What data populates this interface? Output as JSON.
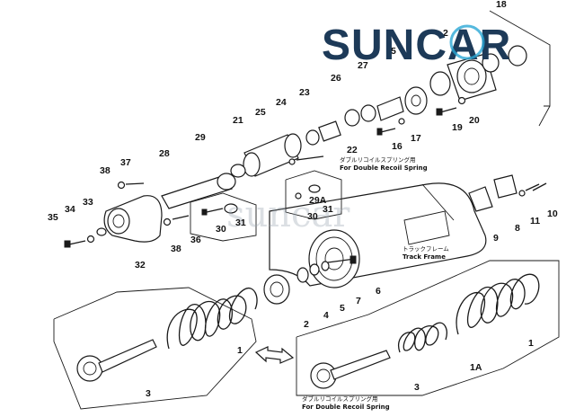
{
  "logo": {
    "text": "SUNCAR",
    "colors": {
      "primary": "#1d3a58",
      "accent": "#2aa7d6"
    }
  },
  "watermark": "suncar",
  "notes": {
    "top_jp": "ダブルリコイルスプリング用",
    "top_en": "For Double Recoil Spring",
    "bottom_jp": "ダブルリコイルスプリング用",
    "bottom_en": "For Double Recoil Spring",
    "frame_jp": "トラックフレーム",
    "frame_en": "Track Frame"
  },
  "callouts": [
    {
      "id": "c18",
      "label": "18"
    },
    {
      "id": "c2a",
      "label": "2"
    },
    {
      "id": "c5a",
      "label": "5"
    },
    {
      "id": "c27",
      "label": "27"
    },
    {
      "id": "c26",
      "label": "26"
    },
    {
      "id": "c23",
      "label": "23"
    },
    {
      "id": "c24",
      "label": "24"
    },
    {
      "id": "c25",
      "label": "25"
    },
    {
      "id": "c21",
      "label": "21"
    },
    {
      "id": "c20",
      "label": "20"
    },
    {
      "id": "c19",
      "label": "19"
    },
    {
      "id": "c17",
      "label": "17"
    },
    {
      "id": "c16",
      "label": "16"
    },
    {
      "id": "c22",
      "label": "22"
    },
    {
      "id": "c29",
      "label": "29"
    },
    {
      "id": "c28",
      "label": "28"
    },
    {
      "id": "c37",
      "label": "37"
    },
    {
      "id": "c38a",
      "label": "38"
    },
    {
      "id": "c33",
      "label": "33"
    },
    {
      "id": "c34",
      "label": "34"
    },
    {
      "id": "c35",
      "label": "35"
    },
    {
      "id": "c32",
      "label": "32"
    },
    {
      "id": "c38b",
      "label": "38"
    },
    {
      "id": "c36",
      "label": "36"
    },
    {
      "id": "c30a",
      "label": "30"
    },
    {
      "id": "c31a",
      "label": "31"
    },
    {
      "id": "c29A",
      "label": "29A"
    },
    {
      "id": "c30b",
      "label": "30"
    },
    {
      "id": "c31b",
      "label": "31"
    },
    {
      "id": "c8",
      "label": "8"
    },
    {
      "id": "c11",
      "label": "11"
    },
    {
      "id": "c10",
      "label": "10"
    },
    {
      "id": "c9",
      "label": "9"
    },
    {
      "id": "c6",
      "label": "6"
    },
    {
      "id": "c7",
      "label": "7"
    },
    {
      "id": "c5b",
      "label": "5"
    },
    {
      "id": "c4",
      "label": "4"
    },
    {
      "id": "c2b",
      "label": "2"
    },
    {
      "id": "c1a",
      "label": "1"
    },
    {
      "id": "c3a",
      "label": "3"
    },
    {
      "id": "c1b",
      "label": "1"
    },
    {
      "id": "c1A",
      "label": "1A"
    },
    {
      "id": "c3b",
      "label": "3"
    }
  ]
}
